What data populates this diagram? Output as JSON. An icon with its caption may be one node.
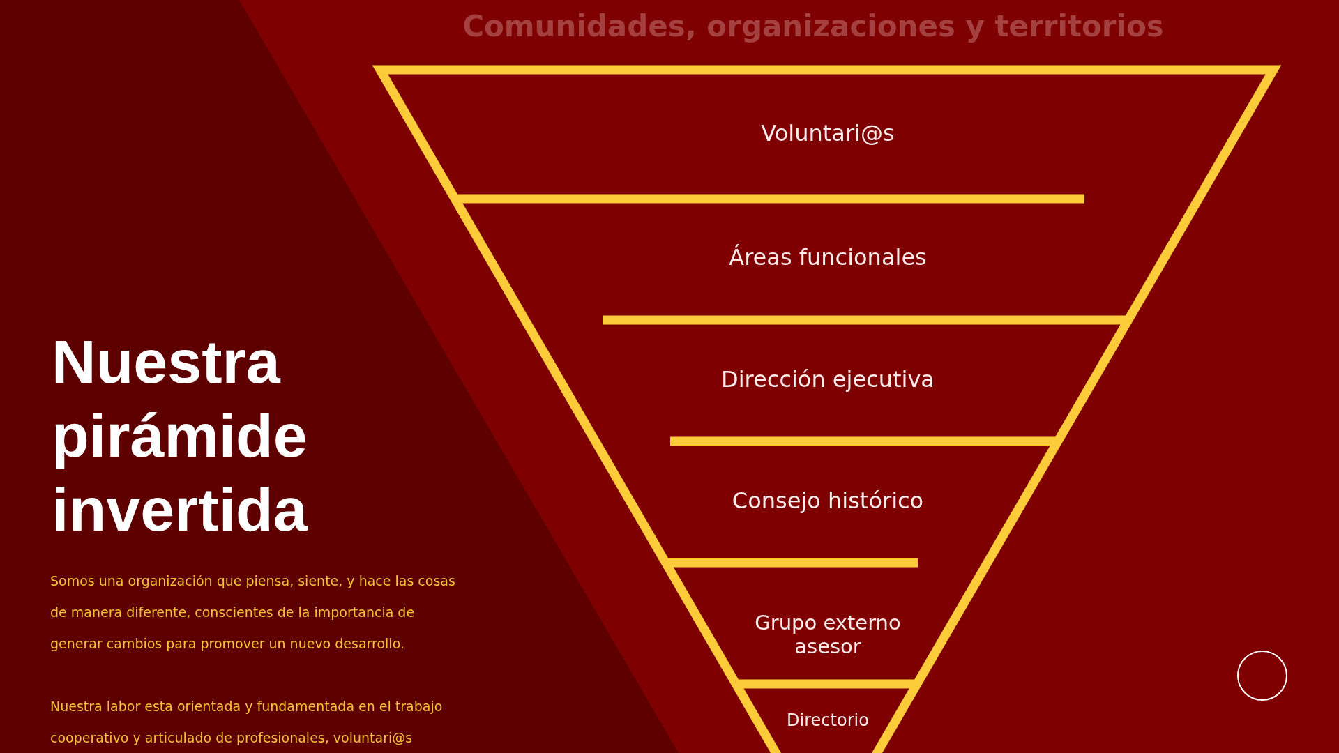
{
  "diagram": {
    "title": "Nuestra pirámide invertida",
    "nodes": [
      {
        "text": [
          "Voluntari@s"
        ]
      },
      {
        "text": [
          "Áreas funcionales"
        ]
      },
      {
        "text": [
          "Dirección ejecutiva"
        ]
      },
      {
        "text": [
          "Consejo histórico"
        ]
      },
      {
        "text": [
          "Grupo externo asesor"
        ]
      },
      {
        "text": [
          "Directorio"
        ]
      },
      {
        "text": [],
        "shape": "circle"
      }
    ],
    "edges": [],
    "labels": [
      "Comunidades, organizaciones y territorios",
      "Somos una organización que piensa, siente, y hace las cosas de manera diferente, conscientes de la importancia de generar cambios para promover un nuevo desarrollo.",
      "Nuestra labor esta orientada y fundamentada en el trabajo cooperativo y articulado de profesionales, voluntari@s"
    ]
  }
}
